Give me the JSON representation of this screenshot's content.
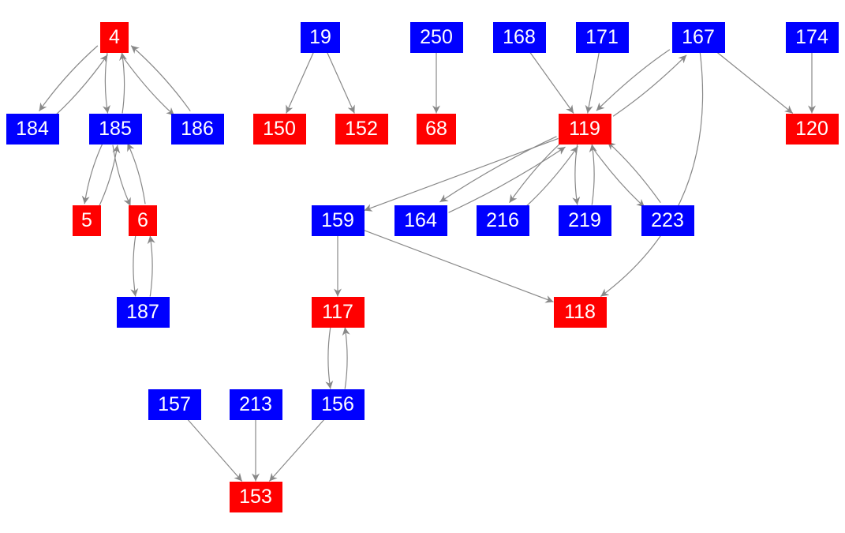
{
  "colors": {
    "red": "#ff0000",
    "blue": "#0000ff",
    "edge": "#888888"
  },
  "nodes": [
    {
      "id": "4",
      "label": "4",
      "color": "red"
    },
    {
      "id": "19",
      "label": "19",
      "color": "blue"
    },
    {
      "id": "250",
      "label": "250",
      "color": "blue"
    },
    {
      "id": "168",
      "label": "168",
      "color": "blue"
    },
    {
      "id": "171",
      "label": "171",
      "color": "blue"
    },
    {
      "id": "167",
      "label": "167",
      "color": "blue"
    },
    {
      "id": "174",
      "label": "174",
      "color": "blue"
    },
    {
      "id": "184",
      "label": "184",
      "color": "blue"
    },
    {
      "id": "185",
      "label": "185",
      "color": "blue"
    },
    {
      "id": "186",
      "label": "186",
      "color": "blue"
    },
    {
      "id": "150",
      "label": "150",
      "color": "red"
    },
    {
      "id": "152",
      "label": "152",
      "color": "red"
    },
    {
      "id": "68",
      "label": "68",
      "color": "red"
    },
    {
      "id": "119",
      "label": "119",
      "color": "red"
    },
    {
      "id": "120",
      "label": "120",
      "color": "red"
    },
    {
      "id": "5",
      "label": "5",
      "color": "red"
    },
    {
      "id": "6",
      "label": "6",
      "color": "red"
    },
    {
      "id": "159",
      "label": "159",
      "color": "blue"
    },
    {
      "id": "164",
      "label": "164",
      "color": "blue"
    },
    {
      "id": "216",
      "label": "216",
      "color": "blue"
    },
    {
      "id": "219",
      "label": "219",
      "color": "blue"
    },
    {
      "id": "223",
      "label": "223",
      "color": "blue"
    },
    {
      "id": "187",
      "label": "187",
      "color": "blue"
    },
    {
      "id": "117",
      "label": "117",
      "color": "red"
    },
    {
      "id": "118",
      "label": "118",
      "color": "red"
    },
    {
      "id": "157",
      "label": "157",
      "color": "blue"
    },
    {
      "id": "213",
      "label": "213",
      "color": "blue"
    },
    {
      "id": "156",
      "label": "156",
      "color": "blue"
    },
    {
      "id": "153",
      "label": "153",
      "color": "red"
    }
  ],
  "edges": [
    [
      "4",
      "184"
    ],
    [
      "184",
      "4"
    ],
    [
      "4",
      "185"
    ],
    [
      "185",
      "4"
    ],
    [
      "4",
      "186"
    ],
    [
      "186",
      "4"
    ],
    [
      "185",
      "5"
    ],
    [
      "5",
      "185"
    ],
    [
      "185",
      "6"
    ],
    [
      "6",
      "185"
    ],
    [
      "6",
      "187"
    ],
    [
      "187",
      "6"
    ],
    [
      "19",
      "150"
    ],
    [
      "19",
      "152"
    ],
    [
      "250",
      "68"
    ],
    [
      "168",
      "119"
    ],
    [
      "171",
      "119"
    ],
    [
      "167",
      "119"
    ],
    [
      "119",
      "167"
    ],
    [
      "167",
      "120"
    ],
    [
      "167",
      "118"
    ],
    [
      "174",
      "120"
    ],
    [
      "119",
      "159"
    ],
    [
      "119",
      "164"
    ],
    [
      "164",
      "119"
    ],
    [
      "119",
      "216"
    ],
    [
      "216",
      "119"
    ],
    [
      "119",
      "219"
    ],
    [
      "219",
      "119"
    ],
    [
      "119",
      "223"
    ],
    [
      "223",
      "119"
    ],
    [
      "159",
      "117"
    ],
    [
      "159",
      "118"
    ],
    [
      "117",
      "156"
    ],
    [
      "156",
      "117"
    ],
    [
      "157",
      "153"
    ],
    [
      "213",
      "153"
    ],
    [
      "156",
      "153"
    ]
  ]
}
